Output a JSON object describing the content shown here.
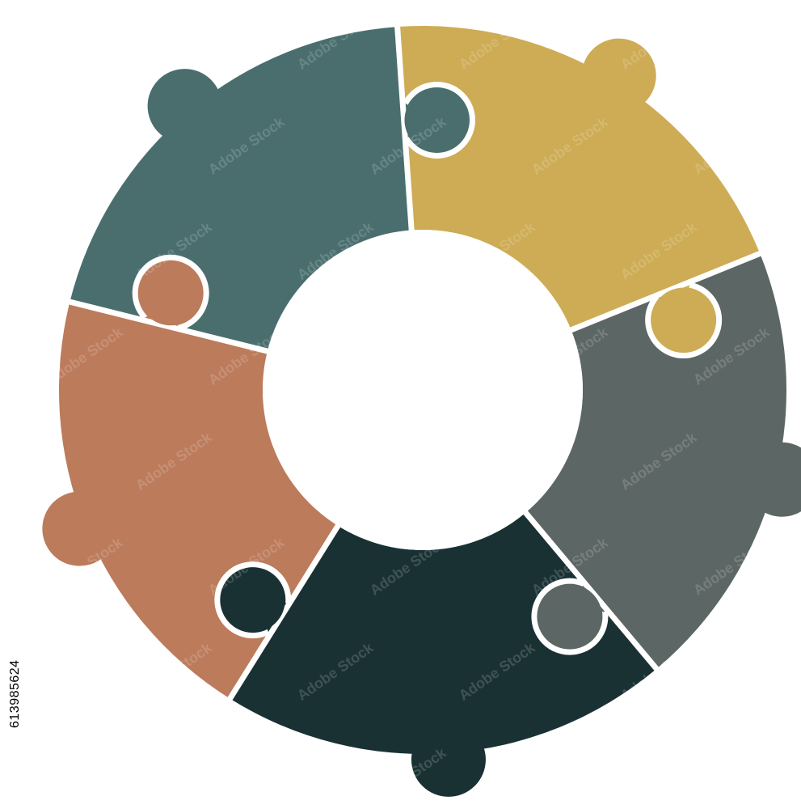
{
  "watermark": {
    "stock_id": "613985624",
    "brand_text": "Adobe Stock"
  },
  "colors": {
    "background": "#ffffff",
    "separator": "#ffffff",
    "pieces": [
      "#4a6e6e",
      "#cdac55",
      "#5c6665",
      "#1a3134",
      "#bc7b5b"
    ]
  },
  "pieces": [
    {
      "name": "puzzle-piece-teal",
      "color": "#4a6e6e"
    },
    {
      "name": "puzzle-piece-mustard",
      "color": "#cdac55"
    },
    {
      "name": "puzzle-piece-slate-gray",
      "color": "#5c6665"
    },
    {
      "name": "puzzle-piece-dark-green",
      "color": "#1a3134"
    },
    {
      "name": "puzzle-piece-terracotta",
      "color": "#bc7b5b"
    }
  ]
}
